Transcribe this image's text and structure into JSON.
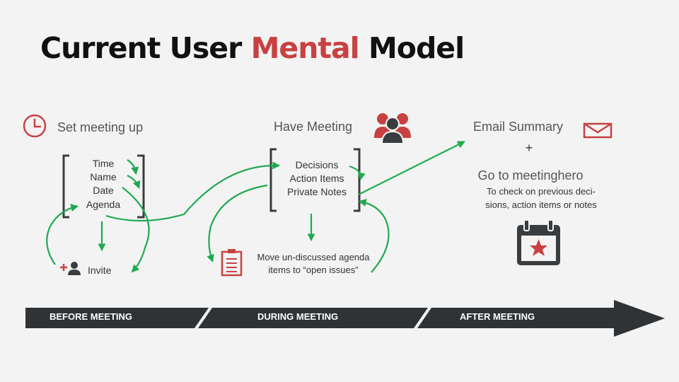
{
  "title": {
    "part1": "Current User ",
    "accent": "Mental",
    "part2": " Model"
  },
  "before": {
    "heading": "Set meeting up",
    "items": [
      "Time",
      "Name",
      "Date",
      "Agenda"
    ],
    "invite": "Invite"
  },
  "during": {
    "heading": "Have Meeting",
    "items": [
      "Decisions",
      "Action Items",
      "Private Notes"
    ],
    "move_line1": "Move un-discussed agenda",
    "move_line2": "items to “open issues”"
  },
  "after": {
    "heading": "Email Summary",
    "plus": "+",
    "goto": "Go to meetinghero",
    "desc_line1": "To check on previous deci-",
    "desc_line2": "sions, action items or notes"
  },
  "timeline": {
    "stages": [
      "BEFORE MEETING",
      "DURING MEETING",
      "AFTER MEETING"
    ]
  },
  "colors": {
    "accent": "#c84141",
    "arrow": "#1faa4f",
    "bar": "#2f3336",
    "icon_dark": "#3a3d40"
  }
}
